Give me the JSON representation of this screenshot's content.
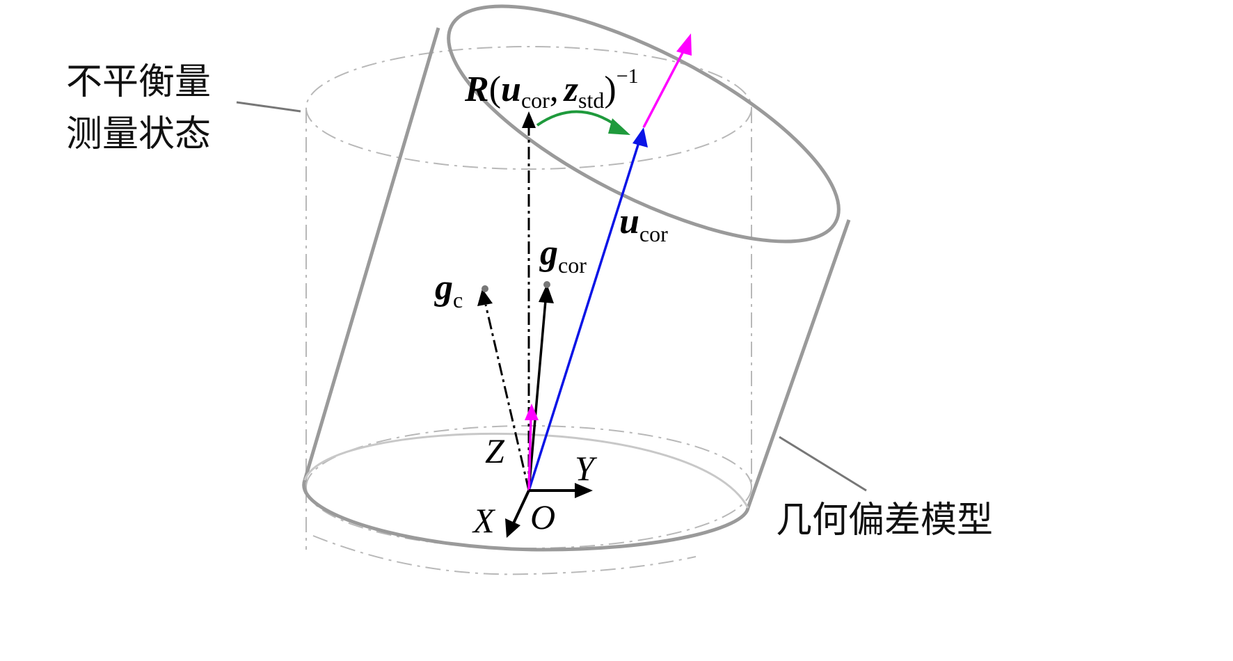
{
  "labels": {
    "unbalanced_line1": "不平衡量",
    "unbalanced_line2": "测量状态",
    "geometric_model": "几何偏差模型"
  },
  "math": {
    "R_symbol": "R",
    "u_symbol": "u",
    "cor_sub": "cor",
    "z_symbol": "z",
    "std_sub": "std",
    "inverse_sup": "−1",
    "open_paren": "(",
    "close_paren": ")",
    "comma": ",",
    "g_symbol": "g",
    "c_sub": "c",
    "axis_x": "X",
    "axis_y": "Y",
    "axis_z": "Z",
    "origin": "O"
  },
  "colors": {
    "cylinder": "#9a9a9a",
    "cylinder_dashed": "#b8b8b8",
    "blue_vector": "#0a14e6",
    "magenta_vector": "#ff00ff",
    "green_arc": "#1f9a3c",
    "black": "#000000"
  },
  "icons": {
    "arrowheads": "triangle-arrowhead-icon",
    "points": "dot-marker-icon"
  }
}
